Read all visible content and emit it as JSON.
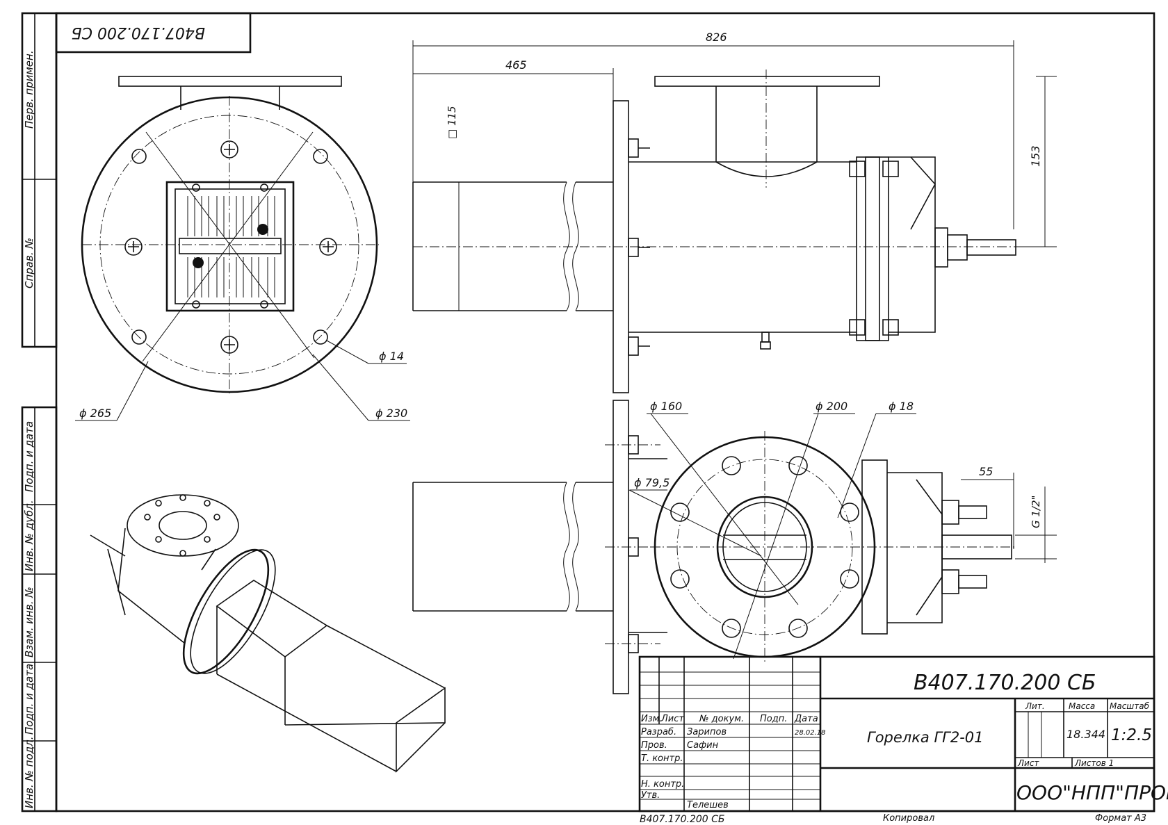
{
  "sheet": {
    "doc_code_rotated": "В407.170.200 СБ",
    "doc_code_bottom": "В407.170.200 СБ",
    "copied_label": "Копировал",
    "format_label": "Формат А3"
  },
  "side_strip": {
    "first_use": "Перв. примен.",
    "ref_no": "Справ. №",
    "sign_date_1": "Подп. и дата",
    "dup_inv": "Инв. № дубл.",
    "mutual_inv": "Взам. инв. №",
    "sign_date_2": "Подп. и дата",
    "orig_inv": "Инв. № подл."
  },
  "dimensions": {
    "overall_length": "826",
    "tube_length": "465",
    "tube_square": "□ 115",
    "height_153": "153",
    "dia_265": "ϕ 265",
    "dia_230": "ϕ 230",
    "dia_14": "ϕ 14",
    "dia_160": "ϕ 160",
    "dia_200": "ϕ 200",
    "dia_18": "ϕ 18",
    "dia_79_5": "ϕ 79,5",
    "len_55": "55",
    "thread_g12": "G 1/2\""
  },
  "title_block": {
    "doc_code": "В407.170.200 СБ",
    "product_name": "Горелка ГГ2-01",
    "company": "ООО\"НПП\"ПРОМА\"",
    "headers": {
      "change": "Изм.",
      "sheet": "Лист",
      "doc_no": "№ докум.",
      "signature": "Подп.",
      "date": "Дата",
      "lit": "Лит.",
      "mass": "Масса",
      "scale": "Масштаб"
    },
    "mass_value": "18.344",
    "scale_value": "1:2.5",
    "sheet_label": "Лист",
    "sheets_label": "Листов 1",
    "roles": [
      {
        "role": "Разраб.",
        "name": "Зарипов",
        "date": "28.02.18"
      },
      {
        "role": "Пров.",
        "name": "Сафин",
        "date": ""
      },
      {
        "role": "Т. контр.",
        "name": "",
        "date": ""
      },
      {
        "role": "Н. контр.",
        "name": "",
        "date": ""
      },
      {
        "role": "Утв.",
        "name": "Телешев",
        "date": ""
      }
    ]
  }
}
